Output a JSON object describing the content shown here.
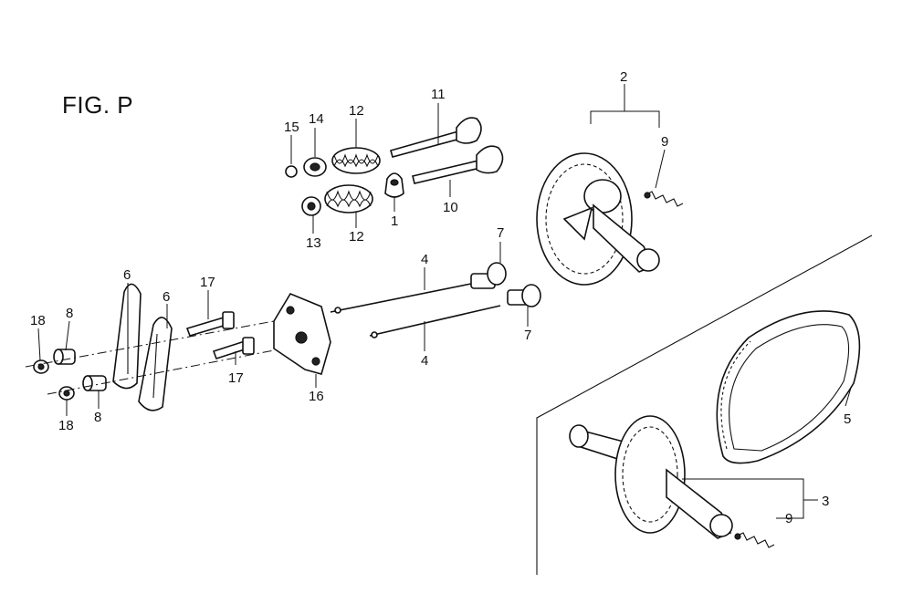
{
  "figure": {
    "title": "FIG. P"
  },
  "labels": {
    "p1": "1",
    "p2": "2",
    "p3": "3",
    "p4a": "4",
    "p4b": "4",
    "p5": "5",
    "p6a": "6",
    "p6b": "6",
    "p7a": "7",
    "p7b": "7",
    "p8a": "8",
    "p8b": "8",
    "p9a": "9",
    "p9b": "9",
    "p10": "10",
    "p11": "11",
    "p12a": "12",
    "p12b": "12",
    "p13": "13",
    "p14": "14",
    "p15": "15",
    "p16": "16",
    "p17a": "17",
    "p17b": "17",
    "p18a": "18",
    "p18b": "18"
  }
}
